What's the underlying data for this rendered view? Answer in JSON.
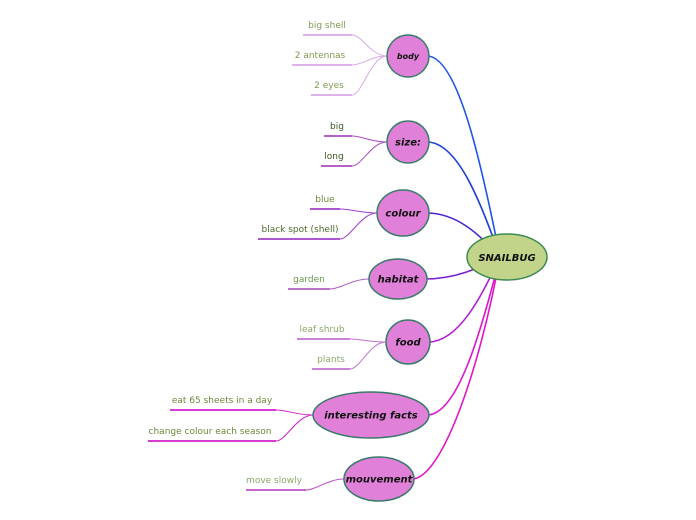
{
  "root": {
    "label": "SNAILBUG",
    "fill": "#c2d48a",
    "stroke": "#3c8a52"
  },
  "node_fill": "#e080d8",
  "node_stroke": "#3a7a6a",
  "branches": [
    {
      "label": "body",
      "color": "#1f55e6",
      "leaves": [
        {
          "text": "big shell",
          "color": "#7f9a4f",
          "line": "#d9a8e6"
        },
        {
          "text": "2 antennas",
          "color": "#7f9a4f",
          "line": "#d9a8e6"
        },
        {
          "text": "2 eyes",
          "color": "#7f9a4f",
          "line": "#d9a8e6"
        }
      ]
    },
    {
      "label": "size:",
      "color": "#1b3ed6",
      "leaves": [
        {
          "text": "big",
          "color": "#3a5522",
          "line": "#a94bbf"
        },
        {
          "text": "long",
          "color": "#3a5522",
          "line": "#a94bbf"
        }
      ]
    },
    {
      "label": "colour",
      "color": "#4a25d6",
      "leaves": [
        {
          "text": "blue",
          "color": "#6b8a3a",
          "line": "#a040c8"
        },
        {
          "text": "black spot (shell)",
          "color": "#4a6a2a",
          "line": "#a040c8"
        }
      ]
    },
    {
      "label": "habitat",
      "color": "#7a22d6",
      "leaves": [
        {
          "text": "garden",
          "color": "#6b9a4a",
          "line": "#b060c0"
        }
      ]
    },
    {
      "label": "food",
      "color": "#b020d8",
      "leaves": [
        {
          "text": "leaf shrub",
          "color": "#8aa86a",
          "line": "#c070d0"
        },
        {
          "text": "plants",
          "color": "#8aa86a",
          "line": "#c070d0"
        }
      ]
    },
    {
      "label": "interesting facts",
      "color": "#d818d0",
      "leaves": [
        {
          "text": "eat 65 sheets in a day",
          "color": "#6a8a3a",
          "line": "#d020c8"
        },
        {
          "text": "change colour each season",
          "color": "#6a8a3a",
          "line": "#d020c8"
        }
      ]
    },
    {
      "label": "mouvement",
      "color": "#e018c8",
      "leaves": [
        {
          "text": "move slowly",
          "color": "#8aaa6a",
          "line": "#c050c8"
        }
      ]
    }
  ]
}
